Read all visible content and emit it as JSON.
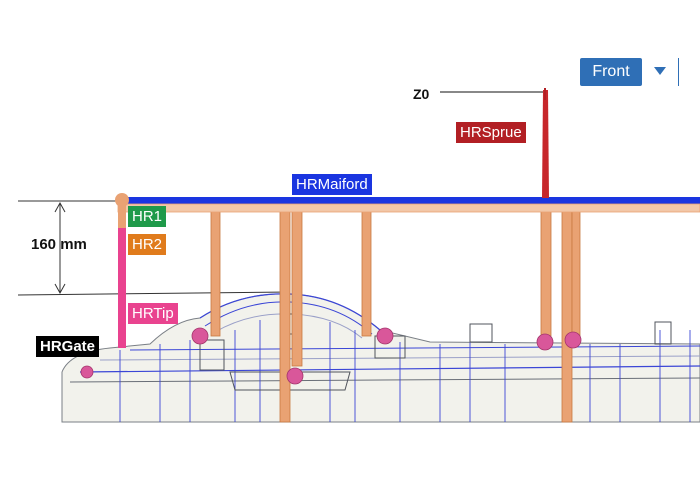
{
  "view": {
    "selected": "Front"
  },
  "dimension": {
    "label": "160 mm"
  },
  "labels": {
    "z0": "Z0",
    "sprue": "HRSprue",
    "manifold": "HRMaiford",
    "hr1": "HR1",
    "hr2": "HR2",
    "tip": "HRTip",
    "gate": "HRGate"
  },
  "colors": {
    "manifold": "#1a35e0",
    "sprue": "#b21f24",
    "hr1": "#1f9a4a",
    "hr2": "#e07b1c",
    "tip": "#e9438f",
    "gate": "#000000",
    "drop": "#e9a273",
    "mesh": "#3b46d6",
    "gate_point": "#d9579a"
  },
  "icons": {
    "dropdown": "caret-down-icon"
  }
}
